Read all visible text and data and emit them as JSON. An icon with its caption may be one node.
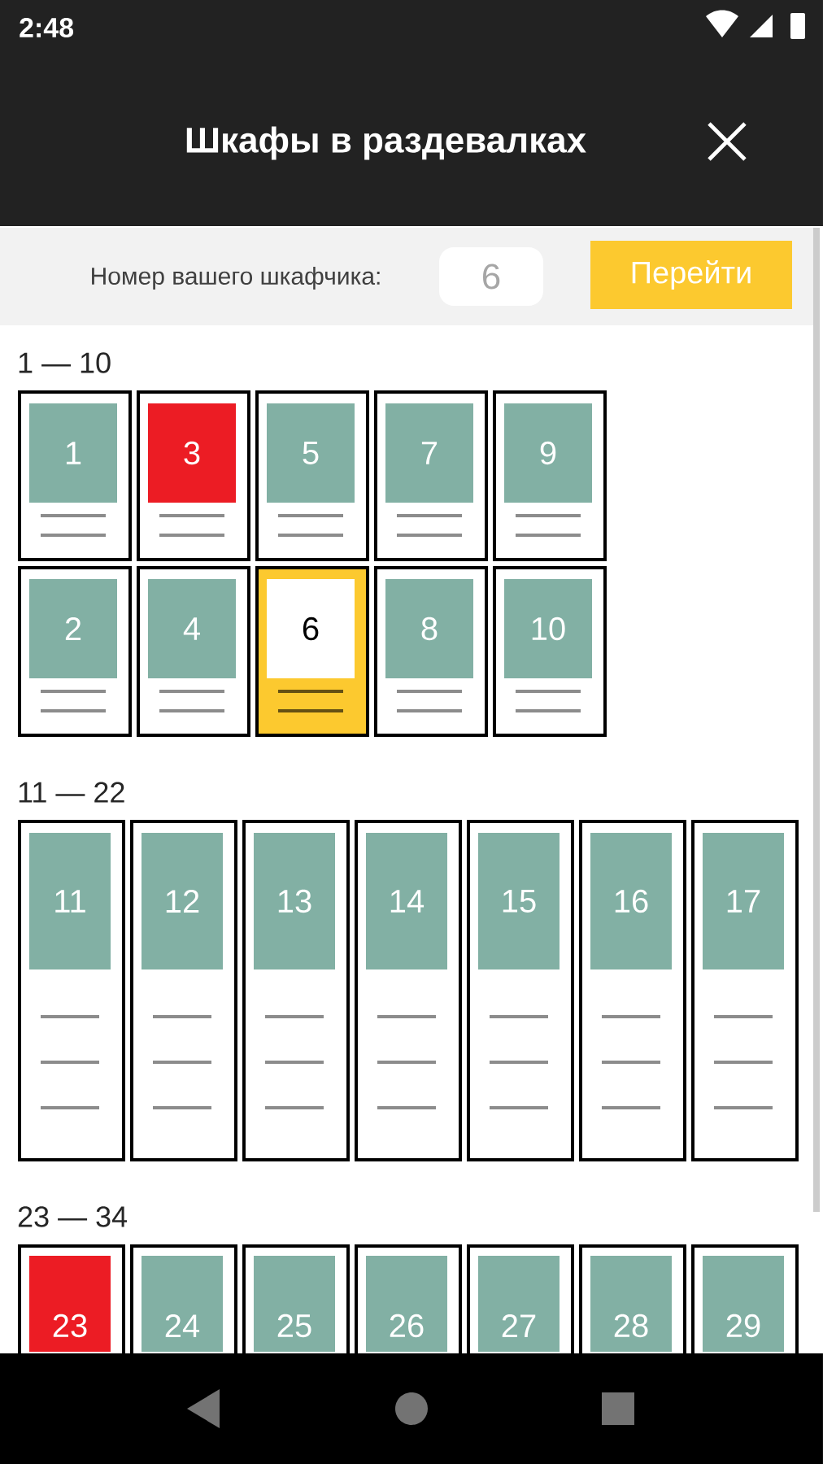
{
  "diagram": {
    "title": "Шкафы в раздевалках",
    "nodes": [
      {
        "text": [
          "1"
        ]
      },
      {
        "text": [
          "3"
        ]
      },
      {
        "text": [
          "5"
        ]
      },
      {
        "text": [
          "7"
        ]
      },
      {
        "text": [
          "9"
        ]
      },
      {
        "text": [
          "2"
        ]
      },
      {
        "text": [
          "4"
        ]
      },
      {
        "text": [
          "6"
        ]
      },
      {
        "text": [
          "8"
        ]
      },
      {
        "text": [
          "10"
        ]
      },
      {
        "text": [
          "11"
        ]
      },
      {
        "text": [
          "12"
        ]
      },
      {
        "text": [
          "13"
        ]
      },
      {
        "text": [
          "14"
        ]
      },
      {
        "text": [
          "15"
        ]
      },
      {
        "text": [
          "16"
        ]
      },
      {
        "text": [
          "17"
        ]
      },
      {
        "text": [
          "23"
        ]
      },
      {
        "text": [
          "24"
        ]
      },
      {
        "text": [
          "25"
        ]
      },
      {
        "text": [
          "26"
        ]
      },
      {
        "text": [
          "27"
        ]
      },
      {
        "text": [
          "28"
        ]
      },
      {
        "text": [
          "29"
        ]
      }
    ],
    "labels": [
      "2:48",
      "Номер вашего шкафчика:",
      "6",
      "Перейти",
      "1 — 10",
      "11 — 22",
      "23 — 34"
    ]
  }
}
